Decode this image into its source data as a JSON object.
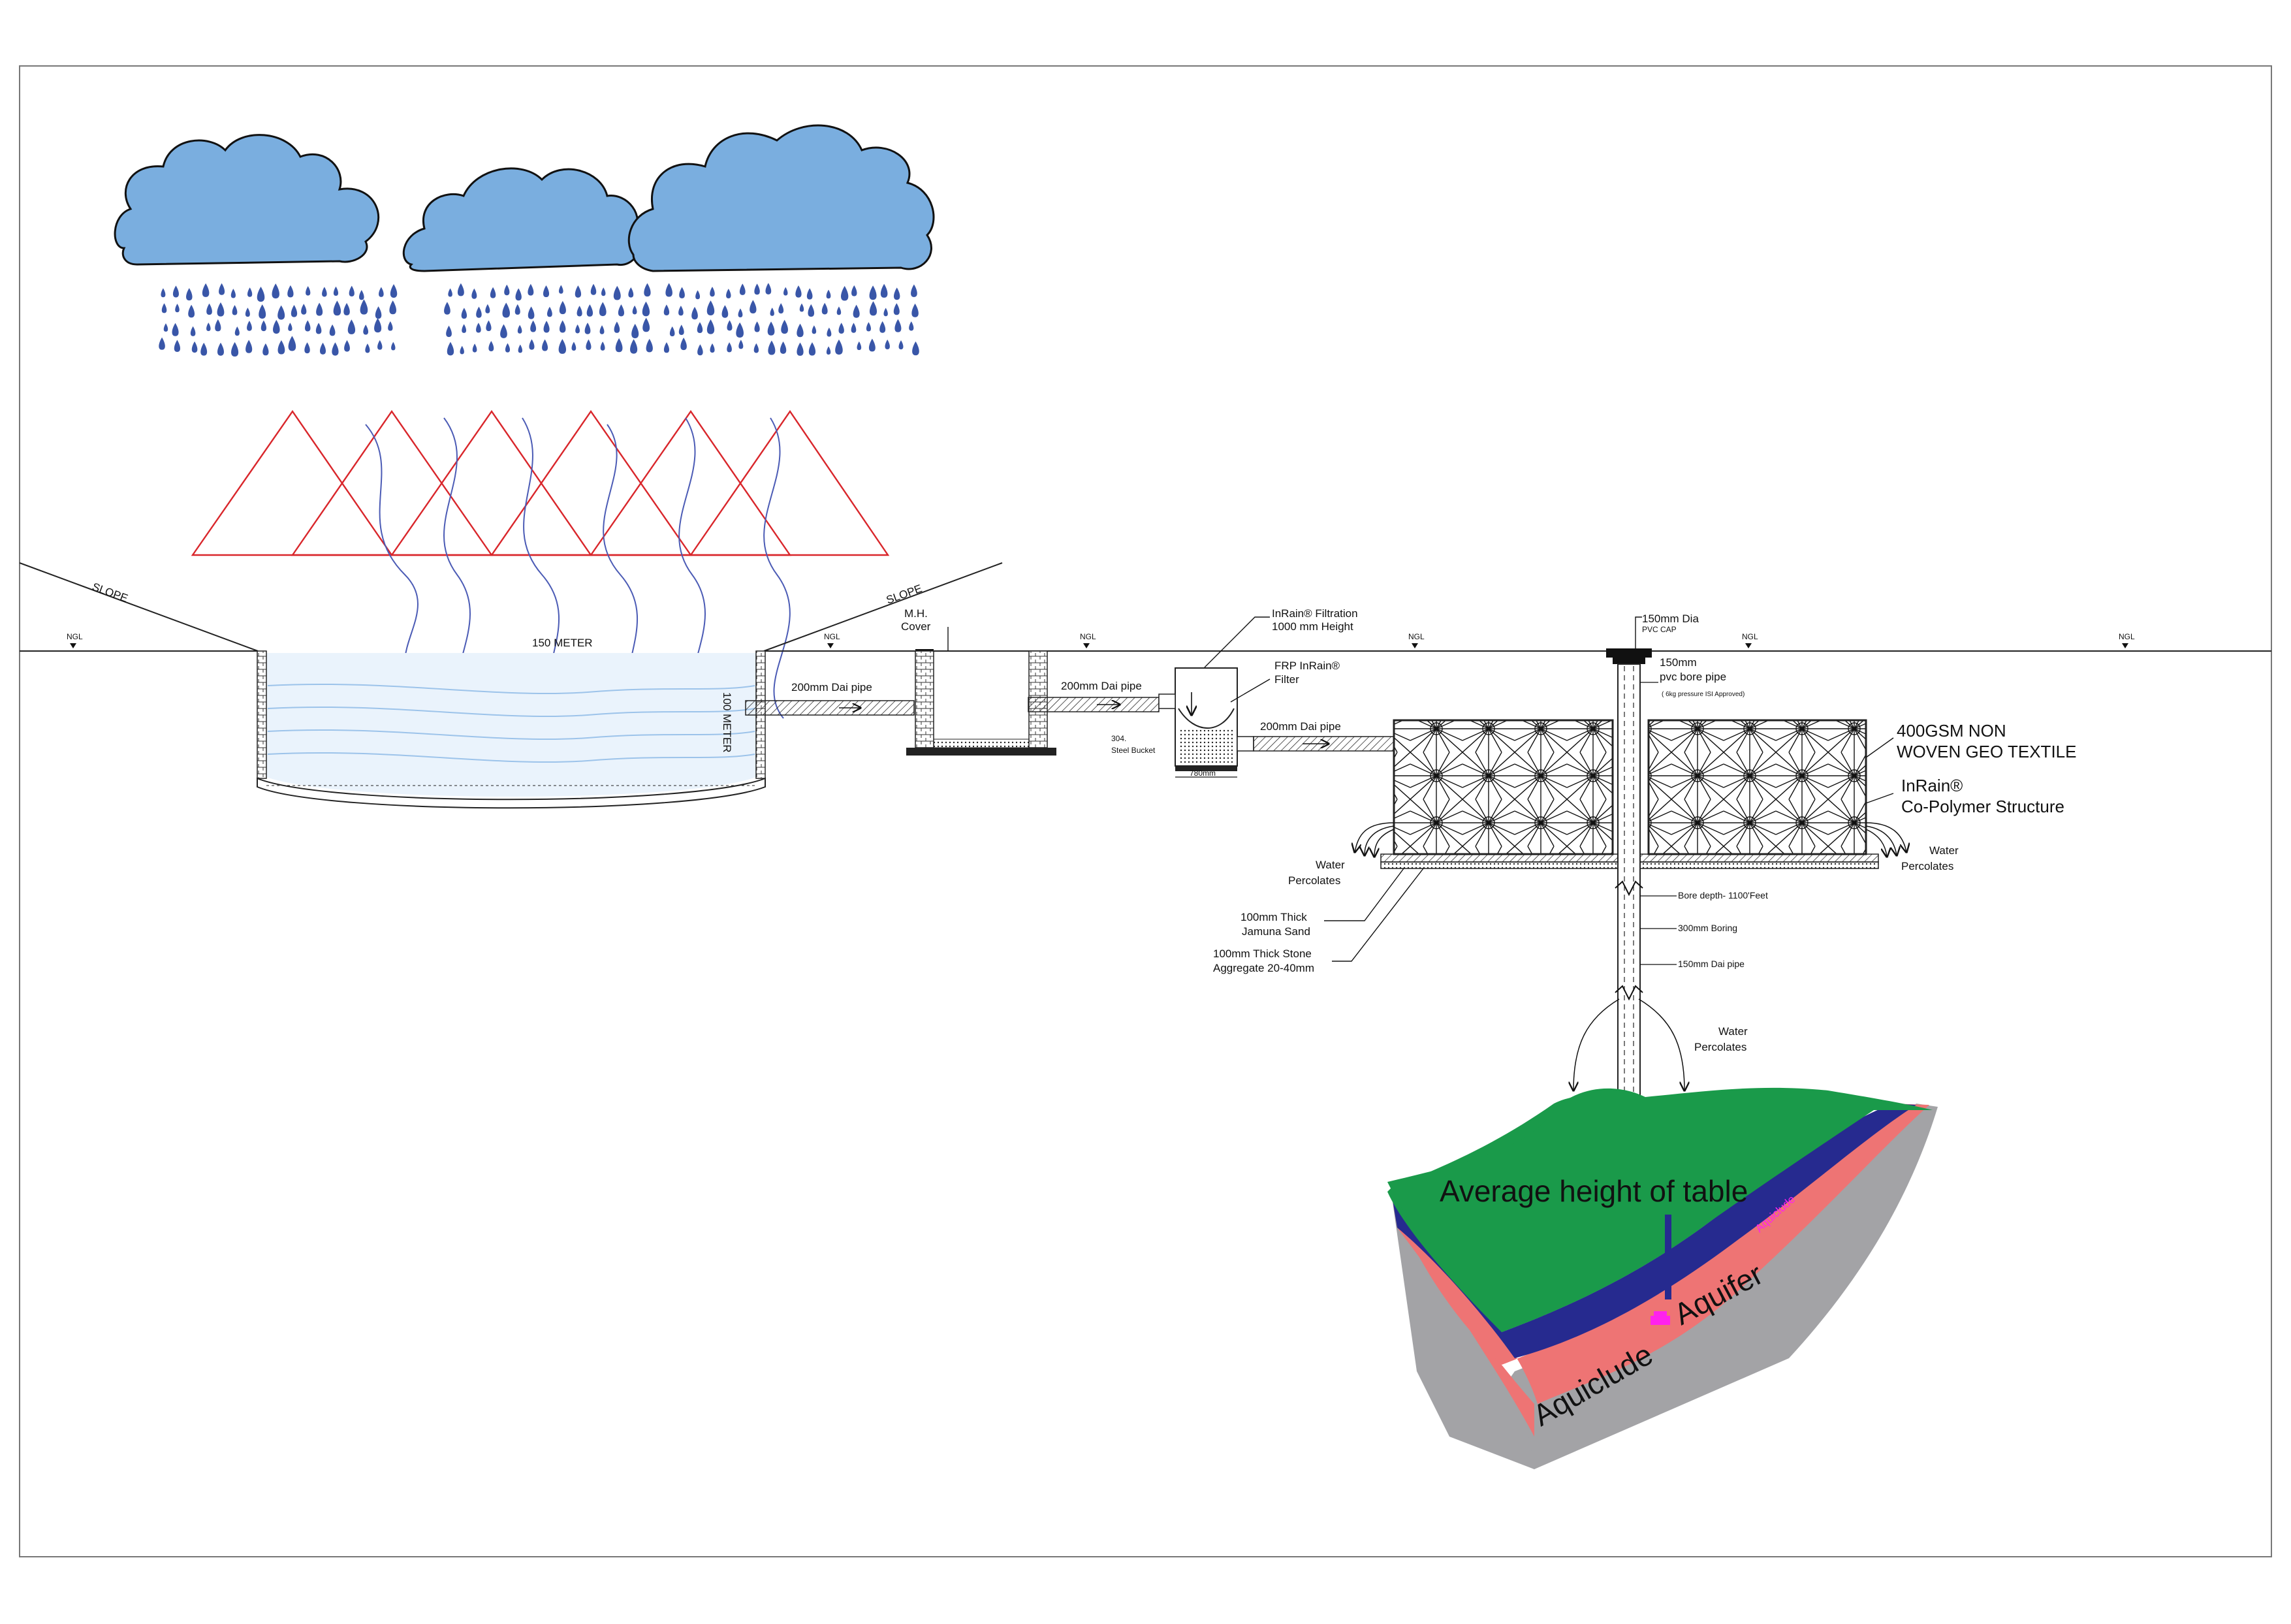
{
  "labels": {
    "slope_left": "SLOPE",
    "slope_right": "SLOPE",
    "ngl": "NGL",
    "pond_width": "150 METER",
    "pond_depth": "100 METER",
    "pipe_a": "200mm Dai pipe",
    "pipe_b": "200mm Dai pipe",
    "pipe_c": "200mm Dai pipe",
    "mh_cover_1": "M.H.",
    "mh_cover_2": "Cover",
    "filtration_1": "InRain® Filtration",
    "filtration_2": "1000 mm Height",
    "frp_filter_1": "FRP InRain®",
    "frp_filter_2": "Filter",
    "bucket_1": "304.",
    "bucket_2": "Steel Bucket",
    "bucket_width": "780mm",
    "pvc_cap_1": "150mm Dia",
    "pvc_cap_2": "PVC CAP",
    "bore_pipe_1": "150mm",
    "bore_pipe_2": "pvc bore pipe",
    "bore_pipe_3": "( 6kg pressure ISI Approved)",
    "geotextile_1": "400GSM NON",
    "geotextile_2": "WOVEN GEO TEXTILE",
    "structure_1": "InRain®",
    "structure_2": "Co-Polymer Structure",
    "percolate_left_1": "Water",
    "percolate_left_2": "Percolates",
    "percolate_right_1": "Water",
    "percolate_right_2": "Percolates",
    "percolate_bore_1": "Water",
    "percolate_bore_2": "Percolates",
    "sand_1": "100mm Thick",
    "sand_2": "Jamuna Sand",
    "stone_1": "100mm Thick Stone",
    "stone_2": "Aggregate 20-40mm",
    "bore_depth": "Bore depth- 1100'Feet",
    "boring": "300mm Boring",
    "bore_dia": "150mm Dai pipe",
    "water_table": "Average height of table",
    "aquifer": "Aquifer",
    "aquiclude": "Aquiclude",
    "aquiclude_small": "Aquiclude"
  },
  "colors": {
    "cloud": "#7aaedf",
    "cloud_outline": "#111111",
    "raindrop": "#3956a8",
    "triangle": "#d9262b",
    "wave": "#4b5bb5",
    "pond_water": "#9cc3ea",
    "grass": "#1a9a4a",
    "aquifer": "#262a8f",
    "aquiclude": "#ee7474",
    "rock": "#a3a3a6",
    "marker": "#ff22ee"
  },
  "icons": [
    "cloud-icon",
    "raindrop-icon"
  ]
}
